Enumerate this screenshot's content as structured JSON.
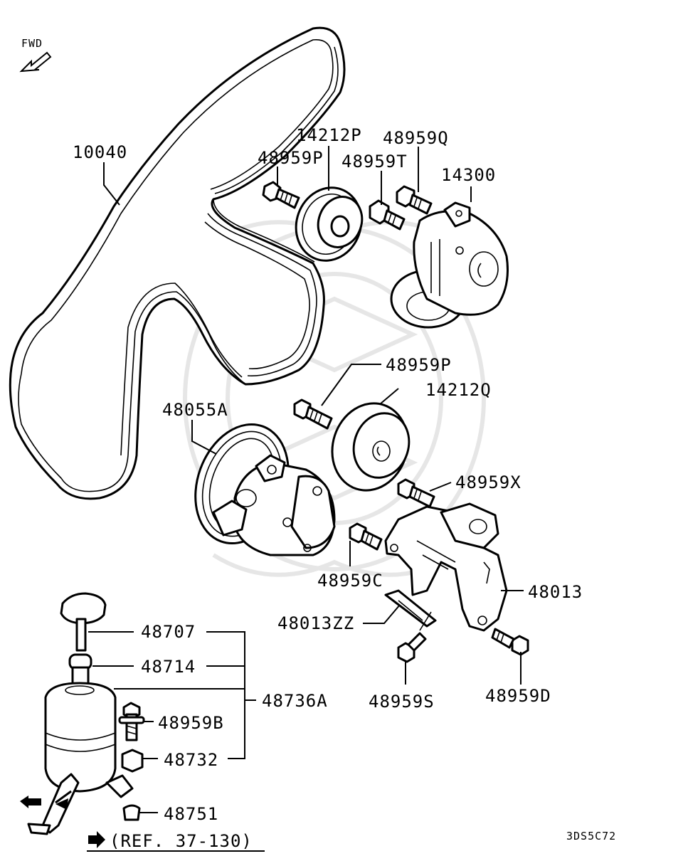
{
  "direction_label": "FWD",
  "diagram_code": "3DS5C72",
  "reference": {
    "text": "(REF. 37-130)"
  },
  "parts": {
    "p10040": "10040",
    "p14212P": "14212P",
    "p48959P_top": "48959P",
    "p48959T": "48959T",
    "p48959Q": "48959Q",
    "p14300": "14300",
    "p48959P_mid": "48959P",
    "p14212Q": "14212Q",
    "p48055A": "48055A",
    "p48959X": "48959X",
    "p48959C": "48959C",
    "p48013": "48013",
    "p48013ZZ": "48013ZZ",
    "p48707": "48707",
    "p48714": "48714",
    "p48736A": "48736A",
    "p48959B": "48959B",
    "p48732": "48732",
    "p48959S": "48959S",
    "p48959D": "48959D",
    "p48751": "48751"
  }
}
